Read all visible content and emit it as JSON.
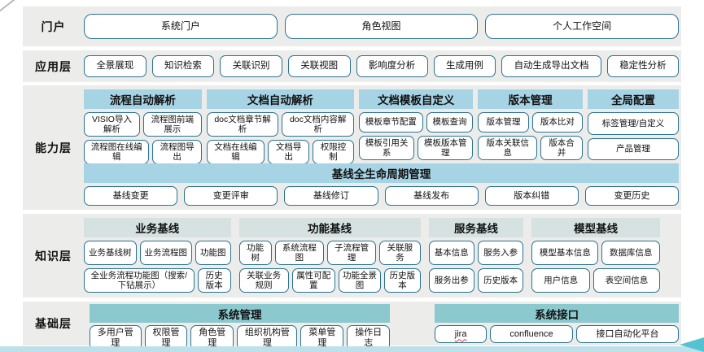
{
  "colors": {
    "panel_background": "#ececeb",
    "button_border": "#2b7291",
    "capability_header": "#a7d4e5",
    "knowledge_header": "#d6e2e2",
    "foundation_header": "#8bc9cf",
    "bottom_bar": "#bde1eb",
    "arrow": "#54c2d0"
  },
  "misspelled": [
    "jira"
  ],
  "layers": [
    {
      "id": "portal",
      "label": "门户",
      "buttons": [
        "系统门户",
        "角色视图",
        "个人工作空间"
      ]
    },
    {
      "id": "app",
      "label": "应用层",
      "buttons": [
        "全景展现",
        "知识检索",
        "关联识别",
        "关联视图",
        "影响度分析",
        "生成用例",
        "自动生成导出文档",
        "稳定性分析"
      ]
    },
    {
      "id": "capability",
      "label": "能力层",
      "groups": [
        {
          "title": "流程自动解析",
          "rows": [
            [
              "VISIO导入解析",
              "流程图前端展示"
            ],
            [
              "流程图在线编辑",
              "流程图导出"
            ]
          ]
        },
        {
          "title": "文档自动解析",
          "rows": [
            [
              "doc文档章节解析",
              "doc文档内容解析"
            ],
            [
              "文档在线编辑",
              "文档导出",
              "权限控制"
            ]
          ]
        },
        {
          "title": "文档模板自定义",
          "rows": [
            [
              "模板章节配置",
              "模板查询"
            ],
            [
              "模板引用关系",
              "模板版本管理"
            ]
          ]
        },
        {
          "title": "版本管理",
          "rows": [
            [
              "版本管理",
              "版本比对"
            ],
            [
              "版本关联信息",
              "版本合并"
            ]
          ]
        },
        {
          "title": "全局配置",
          "rows": [
            [
              "标签管理/自定义"
            ],
            [
              "产品管理"
            ]
          ]
        }
      ],
      "baseline": {
        "title": "基线全生命周期管理",
        "buttons": [
          "基线变更",
          "变更评审",
          "基线修订",
          "基线发布",
          "版本纠错",
          "变更历史"
        ]
      }
    },
    {
      "id": "knowledge",
      "label": "知识层",
      "groups": [
        {
          "title": "业务基线",
          "rows": [
            [
              "业务基线树",
              "业务流程图",
              "功能图"
            ],
            [
              "全业务流程功能图（搜索/下钻展示）",
              "历史版本"
            ]
          ]
        },
        {
          "title": "功能基线",
          "rows": [
            [
              "功能树",
              "系统流程图",
              "子流程管理",
              "关联服务"
            ],
            [
              "关联业务规则",
              "属性可配置",
              "功能全景图",
              "历史版本"
            ]
          ]
        },
        {
          "title": "服务基线",
          "rows": [
            [
              "基本信息",
              "服务入参"
            ],
            [
              "服务出参",
              "历史版本"
            ]
          ]
        },
        {
          "title": "模型基线",
          "rows": [
            [
              "模型基本信息",
              "数据库信息"
            ],
            [
              "用户信息",
              "表空间信息"
            ]
          ]
        }
      ]
    },
    {
      "id": "foundation",
      "label": "基础层",
      "groups": [
        {
          "title": "系统管理",
          "rows": [
            [
              "多用户管理",
              "权限管理",
              "角色管理",
              "组织机构管理",
              "菜单管理",
              "操作日志"
            ]
          ]
        },
        {
          "title": "系统接口",
          "rows": [
            [
              "jira",
              "confluence",
              "接口自动化平台"
            ]
          ]
        }
      ]
    }
  ]
}
